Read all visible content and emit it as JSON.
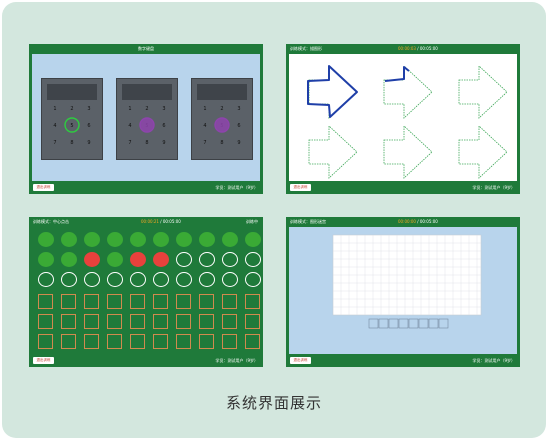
{
  "caption": "系统界面展示",
  "panels": {
    "p1": {
      "title": "数字键盘",
      "exit": "退出训练",
      "student": "学员：测试用户（9岁）",
      "keys": [
        "1",
        "2",
        "3",
        "4",
        "5",
        "6",
        "7",
        "8",
        "9"
      ],
      "keypads": [
        {
          "color": "#2ecc40"
        },
        {
          "color": "#8e44ad"
        },
        {
          "color": "#8e44ad"
        }
      ]
    },
    "p2": {
      "mode": "训练模式：描图形",
      "timer": "00:00:03",
      "timer_sep": "/ 00:05:00",
      "exit": "退出训练",
      "student": "学员：测试用户（9岁）"
    },
    "p3": {
      "mode": "训练模式：中心点击",
      "timer": "00:00:21",
      "timer_sep": "/ 00:05:00",
      "right": "训练中",
      "exit": "退出训练",
      "student": "学员：测试用户（9岁）",
      "rows": [
        [
          "g",
          "g",
          "g",
          "g",
          "g",
          "g",
          "g",
          "g",
          "g",
          "g"
        ],
        [
          "g",
          "g",
          "r",
          "g",
          "r",
          "r",
          "o",
          "o",
          "o",
          "o"
        ],
        [
          "o",
          "o",
          "o",
          "o",
          "o",
          "o",
          "o",
          "o",
          "o",
          "o"
        ]
      ],
      "colors": {
        "green": "#3aaa35",
        "red": "#e8413c"
      }
    },
    "p4": {
      "mode": "训练模式：图形迷宫",
      "timer": "00:00:00",
      "timer_sep": "/ 00:05:00",
      "exit": "退出训练",
      "student": "学员：测试用户（9岁）"
    }
  }
}
